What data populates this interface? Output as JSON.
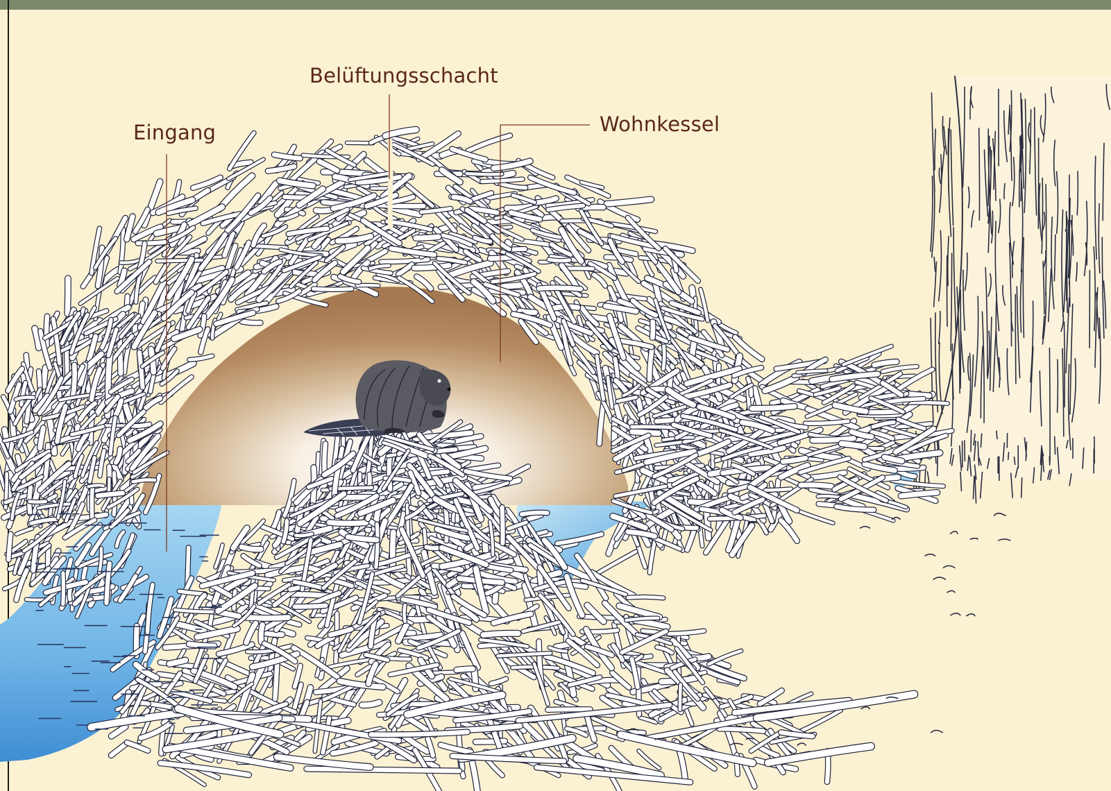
{
  "labels": {
    "entrance": "Eingang",
    "ventilation_shaft": "Belüftungsschacht",
    "living_chamber": "Wohnkessel"
  },
  "colors": {
    "background": "#fbf1d3",
    "label_text": "#5a2818",
    "leader_line": "#7a3a22",
    "water": "#7ec3e8",
    "water_deep": "#3d8fd4",
    "chamber_mud": "#b0835a",
    "sticks_outline": "#1f2238",
    "stick_fill": "#ffffff"
  },
  "icons": {
    "animal": "beaver-icon",
    "tree": "tree-trunk-icon"
  }
}
